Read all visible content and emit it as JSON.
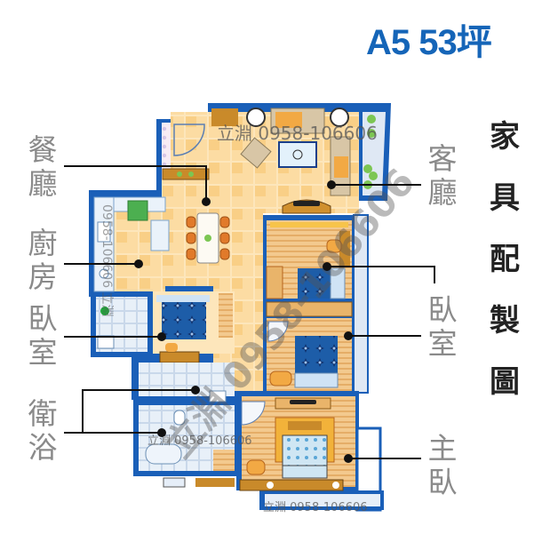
{
  "header": {
    "title": "A5 53坪",
    "subtitle_vertical": [
      "家",
      "具",
      "配",
      "製",
      "圖"
    ]
  },
  "labels": {
    "dining": [
      "餐",
      "廳"
    ],
    "kitchen": [
      "廚",
      "房"
    ],
    "bedroom_left": [
      "臥",
      "室"
    ],
    "bathroom": [
      "衛",
      "浴"
    ],
    "living": [
      "客",
      "廳"
    ],
    "bedroom_right": [
      "臥",
      "室"
    ],
    "master": [
      "主",
      "臥"
    ]
  },
  "watermarks": {
    "top": "立淵 0958-106606",
    "bathroom": "立淵 0958-106606",
    "bottom": "立淵 0958-106606",
    "vertical_left": "0958-106606 立淵",
    "diagonal": "立淵 0958-106606"
  },
  "colors": {
    "title": "#1565b8",
    "wall": "#1a5fb8",
    "floor_tile": "#fde3b2",
    "floor_tile_dark": "#f9cf86",
    "wood": "#e8b878",
    "bed_blue": "#1d5da8",
    "bath_tile": "#dde9f5",
    "label_gray": "#8a8a8a"
  }
}
